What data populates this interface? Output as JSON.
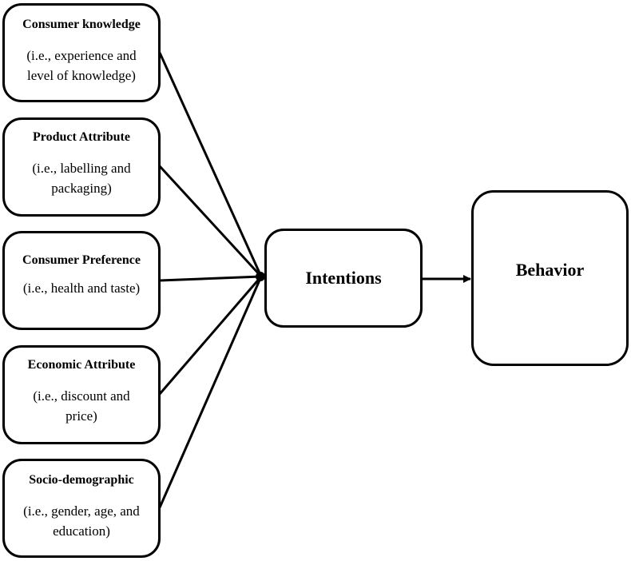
{
  "factors": [
    {
      "title": "Consumer knowledge",
      "desc_line1": "(i.e., experience and",
      "desc_line2": "level of knowledge)"
    },
    {
      "title": "Product Attribute",
      "desc_line1": "(i.e., labelling and",
      "desc_line2": "packaging)"
    },
    {
      "title": "Consumer Preference",
      "desc_line1": "(i.e., health and taste)",
      "desc_line2": ""
    },
    {
      "title": "Economic Attribute",
      "desc_line1": "(i.e., discount and",
      "desc_line2": "price)"
    },
    {
      "title": "Socio-demographic",
      "desc_line1": "(i.e., gender, age, and",
      "desc_line2": "education)"
    }
  ],
  "intentions": {
    "label": "Intentions"
  },
  "behavior": {
    "label": "Behavior"
  }
}
